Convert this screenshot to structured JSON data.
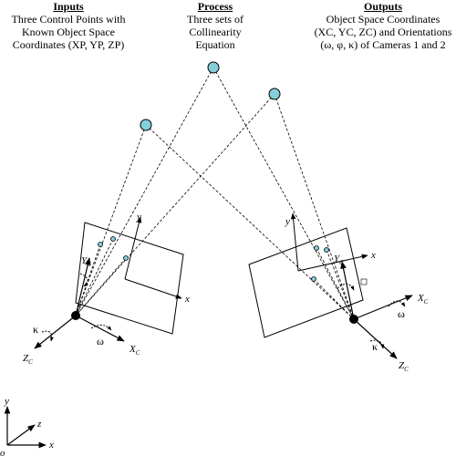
{
  "inputs": {
    "title": "Inputs",
    "line1": "Three Control Points with",
    "line2": "Known Object Space",
    "line3": "Coordinates (XP, YP, ZP)"
  },
  "process": {
    "title": "Process",
    "line1": "Three sets of",
    "line2": "Collinearity",
    "line3": "Equation"
  },
  "outputs": {
    "title": "Outputs",
    "line1": "Object Space Coordinates",
    "line2": "(XC, YC, ZC) and Orientations",
    "line3": "(ω, φ, κ) of Cameras 1 and 2"
  },
  "labels": {
    "x": "x",
    "y": "y",
    "z": "z",
    "o": "o",
    "xc": "X",
    "yc": "Y",
    "zc": "Z",
    "sub_c": "C",
    "omega": "ω",
    "kappa": "κ"
  },
  "colors": {
    "control_point": "#87CEDB",
    "line": "#000000"
  }
}
